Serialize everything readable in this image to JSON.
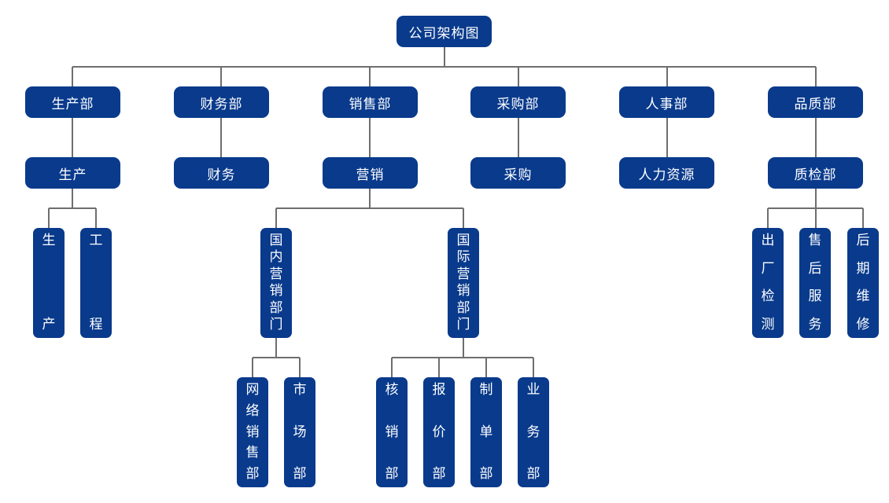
{
  "root": "公司架构图",
  "departments": {
    "production": "生产部",
    "finance": "财务部",
    "sales": "销售部",
    "purchasing": "采购部",
    "hr": "人事部",
    "quality": "品质部"
  },
  "subunits": {
    "production": "生产",
    "finance": "财务",
    "sales": "营销",
    "purchasing": "采购",
    "hr": "人力资源",
    "quality": "质检部"
  },
  "production_children": {
    "shengchan": [
      "生",
      "产"
    ],
    "gongcheng": [
      "工",
      "程"
    ]
  },
  "sales_children": {
    "domestic": [
      "国",
      "内",
      "营",
      "销",
      "部",
      "门"
    ],
    "international": [
      "国",
      "际",
      "营",
      "销",
      "部",
      "门"
    ]
  },
  "domestic_children": {
    "online": [
      "网",
      "络",
      "销",
      "售",
      "部"
    ],
    "market": [
      "市",
      "场",
      "部"
    ]
  },
  "international_children": {
    "verification": [
      "核",
      "销",
      "部"
    ],
    "quotation": [
      "报",
      "价",
      "部"
    ],
    "documents": [
      "制",
      "单",
      "部"
    ],
    "business": [
      "业",
      "务",
      "部"
    ]
  },
  "quality_children": {
    "outbound": [
      "出",
      "厂",
      "检",
      "测"
    ],
    "aftersales": [
      "售",
      "后",
      "服",
      "务"
    ],
    "maintenance": [
      "后",
      "期",
      "维",
      "修"
    ]
  },
  "colors": {
    "node_fill": "#093a8c",
    "node_text": "#ffffff",
    "connector": "#6e6e6e"
  }
}
